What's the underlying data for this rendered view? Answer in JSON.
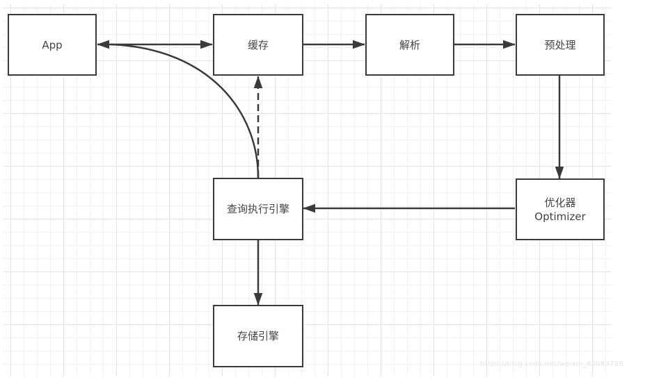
{
  "diagram": {
    "type": "flowchart",
    "title": "",
    "colors": {
      "stroke": "#3a3a3a",
      "text": "#444444",
      "grid_minor": "#f1f1f1",
      "grid_major": "#e4e4e4",
      "background": "#ffffff"
    },
    "nodes": {
      "app": {
        "label": "App"
      },
      "cache": {
        "label": "缓存"
      },
      "parser": {
        "label": "解析"
      },
      "preprocess": {
        "label": "预处理"
      },
      "optimizer": {
        "label": "优化器",
        "sublabel": "Optimizer"
      },
      "executor": {
        "label": "查询执行引擎"
      },
      "storage": {
        "label": "存储引擎"
      }
    },
    "edges": [
      {
        "from": "app",
        "to": "cache",
        "style": "solid",
        "direction": "both"
      },
      {
        "from": "cache",
        "to": "parser",
        "style": "solid",
        "direction": "forward"
      },
      {
        "from": "parser",
        "to": "preprocess",
        "style": "solid",
        "direction": "forward"
      },
      {
        "from": "preprocess",
        "to": "optimizer",
        "style": "solid",
        "direction": "forward"
      },
      {
        "from": "optimizer",
        "to": "executor",
        "style": "solid",
        "direction": "forward"
      },
      {
        "from": "executor",
        "to": "cache",
        "style": "dashed",
        "direction": "forward"
      },
      {
        "from": "executor",
        "to": "app",
        "style": "solid-curved",
        "direction": "forward"
      },
      {
        "from": "executor",
        "to": "storage",
        "style": "solid",
        "direction": "forward"
      }
    ],
    "watermark": "https://blog.csdn.net/weixin_42083786"
  }
}
